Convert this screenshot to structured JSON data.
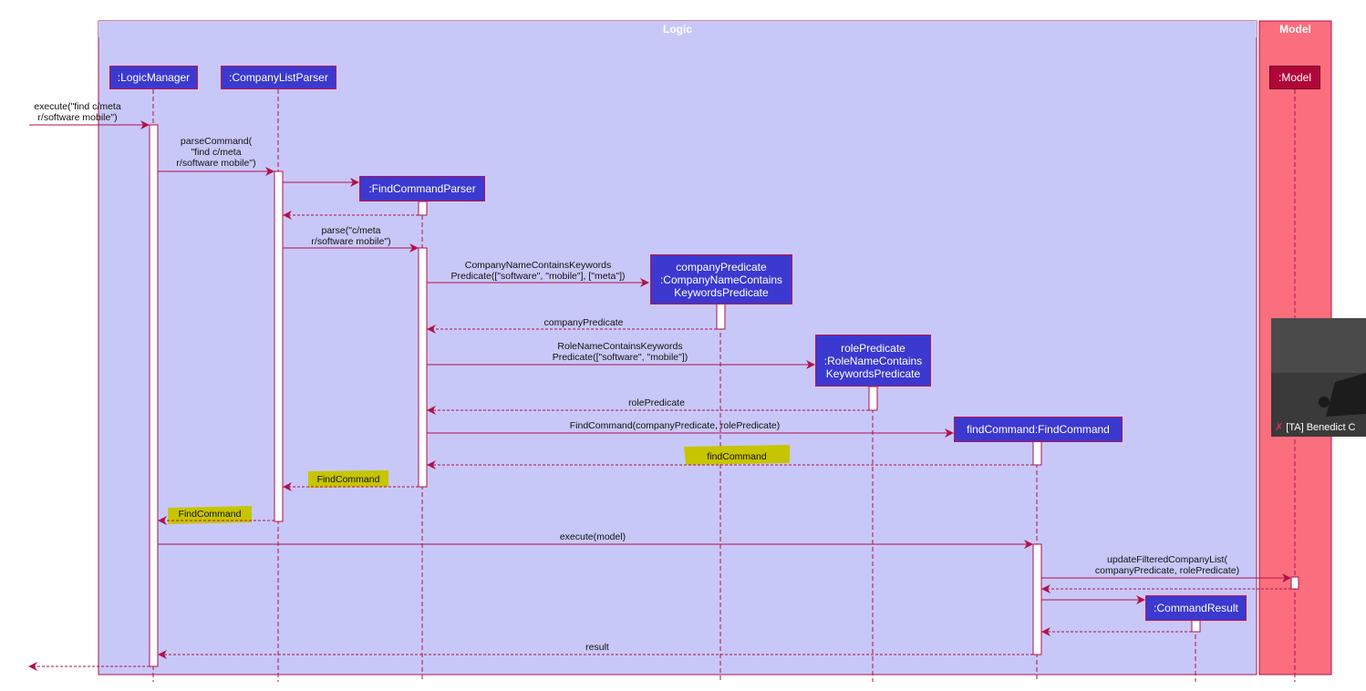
{
  "frames": {
    "logic": "Logic",
    "model": "Model"
  },
  "participants": {
    "logic_manager": ":LogicManager",
    "company_list_parser": ":CompanyListParser",
    "find_command_parser": ":FindCommandParser",
    "company_predicate": "companyPredicate\n:CompanyNameContains\nKeywordsPredicate",
    "role_predicate": "rolePredicate\n:RoleNameContains\nKeywordsPredicate",
    "find_command": "findCommand:FindCommand",
    "command_result": ":CommandResult",
    "model": ":Model"
  },
  "messages": {
    "execute_in": "execute(\"find c/meta\nr/software mobile\")",
    "parse_command": "parseCommand(\n\"find c/meta\nr/software mobile\")",
    "parse": "parse(\"c/meta\nr/software mobile\")",
    "company_ctor": "CompanyNameContainsKeywords\nPredicate([\"software\", \"mobile\"], [\"meta\"])",
    "company_return": "companyPredicate",
    "role_ctor": "RoleNameContainsKeywords\nPredicate([\"software\", \"mobile\"])",
    "role_return": "rolePredicate",
    "find_ctor": "FindCommand(companyPredicate, rolePredicate)",
    "find_return": "findCommand",
    "find_return_parser": "FindCommand",
    "find_return_logic": "FindCommand",
    "execute_model": "execute(model)",
    "update_list": "updateFilteredCompanyList(\ncompanyPredicate, rolePredicate)",
    "result": "result"
  },
  "video_overlay": {
    "name": "[TA] Benedict C"
  },
  "colors": {
    "logic_bg": "#c8c8f8",
    "model_bg": "#fb6e7e",
    "arrow": "#b0114a",
    "participant": "#3b39cf",
    "highlight": "#c7c400"
  }
}
